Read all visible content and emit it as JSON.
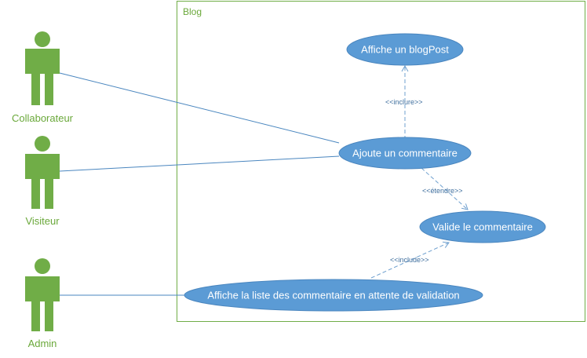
{
  "colors": {
    "actor": "#70ad47",
    "boundary": "#70ad47",
    "usecase_fill": "#5b9bd5",
    "usecase_stroke": "#4a86bf",
    "association": "#4a86bf",
    "dependency": "#6fa0cf"
  },
  "system": {
    "title": "Blog"
  },
  "actors": [
    {
      "label": "Collaborateur"
    },
    {
      "label": "Visiteur"
    },
    {
      "label": "Admin"
    }
  ],
  "usecases": {
    "affiche_blogpost": "Affiche un blogPost",
    "ajoute_commentaire": "Ajoute un commentaire",
    "valide_commentaire": "Valide le commentaire",
    "affiche_liste": "Affiche la liste des commentaire en attente de validation"
  },
  "relations": {
    "inclure": "<<inclure>>",
    "etendre": "<<étendre>>",
    "include": "<<include>>"
  }
}
